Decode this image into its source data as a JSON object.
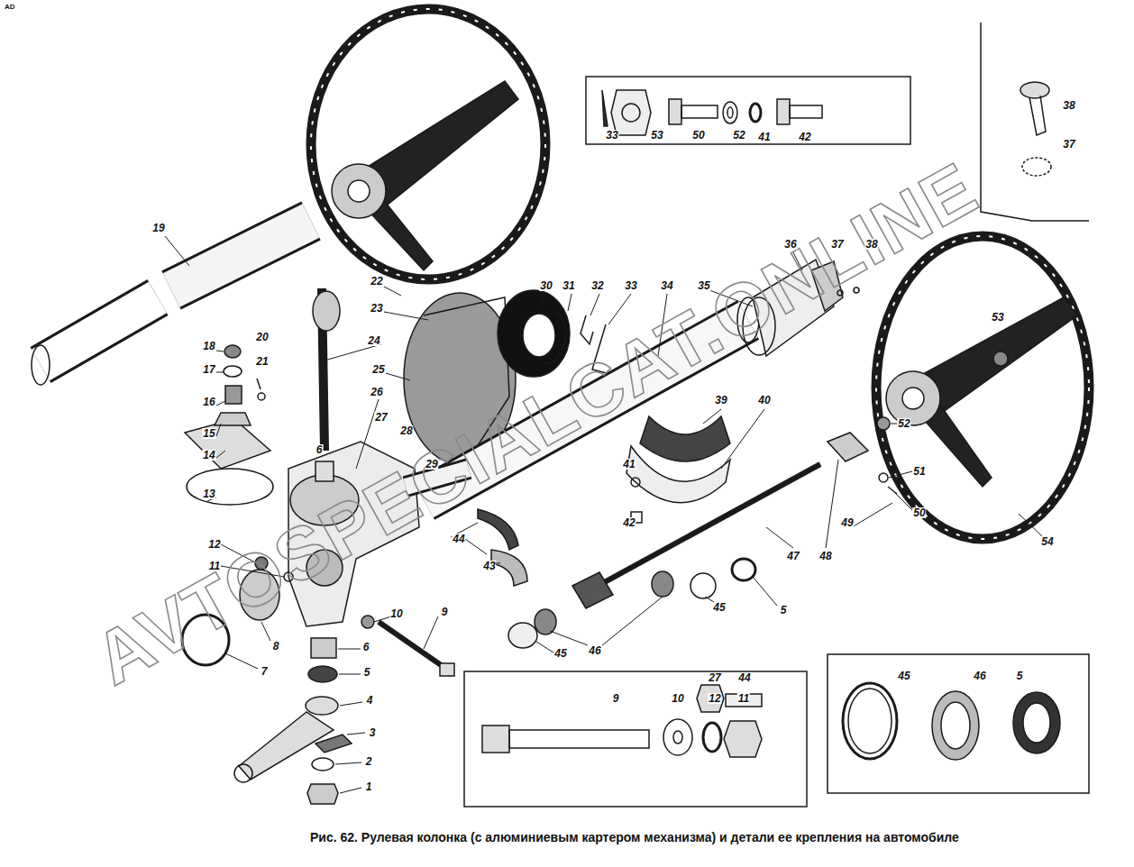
{
  "diagram": {
    "caption": "Рис. 62. Рулевая колонка (с алюминиевым картером механизма) и детали ее крепления на автомобиле",
    "labels": [
      "AD",
      "33",
      "53",
      "50",
      "52",
      "41",
      "42",
      "38",
      "37",
      "19",
      "22",
      "23",
      "24",
      "25",
      "26",
      "20",
      "21",
      "18",
      "17",
      "16",
      "15",
      "14",
      "13",
      "6",
      "27",
      "28",
      "29",
      "30",
      "31",
      "32",
      "33",
      "34",
      "35",
      "36",
      "37",
      "38",
      "39",
      "40",
      "53",
      "52",
      "51",
      "50",
      "49",
      "54",
      "47",
      "48",
      "41",
      "42",
      "44",
      "43",
      "12",
      "11",
      "8",
      "7",
      "9",
      "10",
      "6",
      "5",
      "4",
      "3",
      "2",
      "1",
      "5",
      "45",
      "46",
      "45",
      "27",
      "44",
      "9",
      "10",
      "12",
      "11",
      "45",
      "46",
      "5",
      "AVTOSPECIALCAT.ONLINE"
    ]
  }
}
